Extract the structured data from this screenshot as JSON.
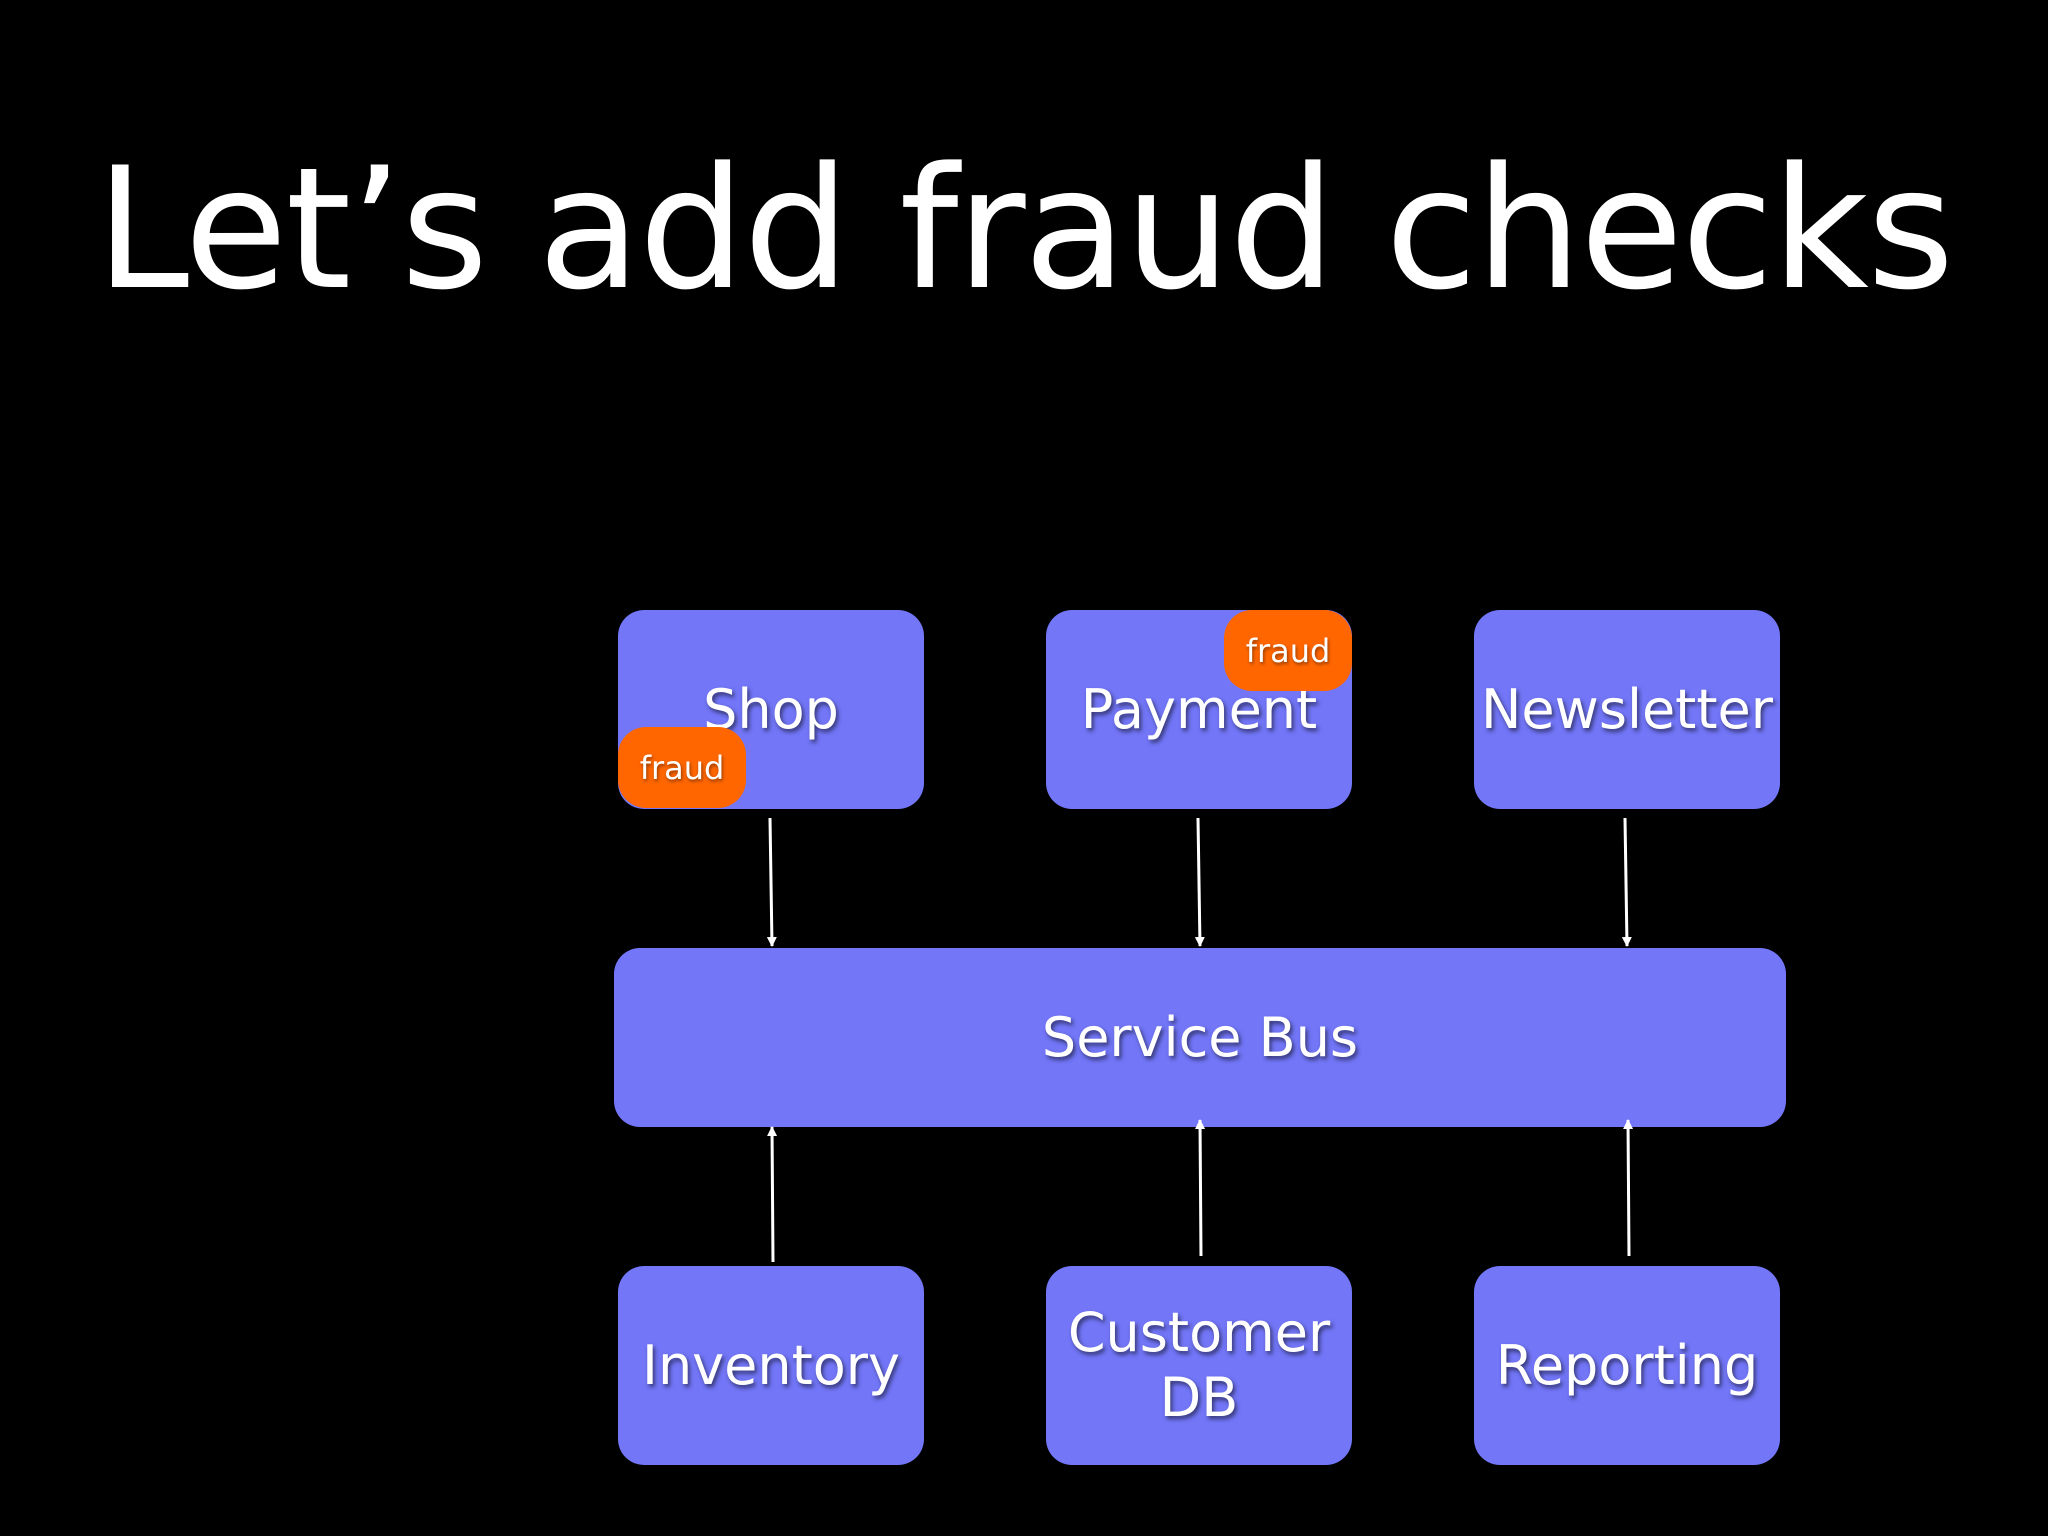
{
  "title": "Let’s add fraud checks",
  "colors": {
    "background": "#000000",
    "box": "#7276f7",
    "badge": "#ff6600",
    "text": "#ffffff"
  },
  "nodes": {
    "shop": "Shop",
    "payment": "Payment",
    "newsletter": "Newsletter",
    "service_bus": "Service Bus",
    "inventory": "Inventory",
    "customer_db_line1": "Customer",
    "customer_db_line2": "DB",
    "reporting": "Reporting"
  },
  "badges": {
    "shop_fraud": "fraud",
    "payment_fraud": "fraud"
  },
  "edges": [
    {
      "from": "Shop",
      "to": "Service Bus"
    },
    {
      "from": "Payment",
      "to": "Service Bus"
    },
    {
      "from": "Newsletter",
      "to": "Service Bus"
    },
    {
      "from": "Inventory",
      "to": "Service Bus"
    },
    {
      "from": "Customer DB",
      "to": "Service Bus"
    },
    {
      "from": "Reporting",
      "to": "Service Bus"
    }
  ]
}
